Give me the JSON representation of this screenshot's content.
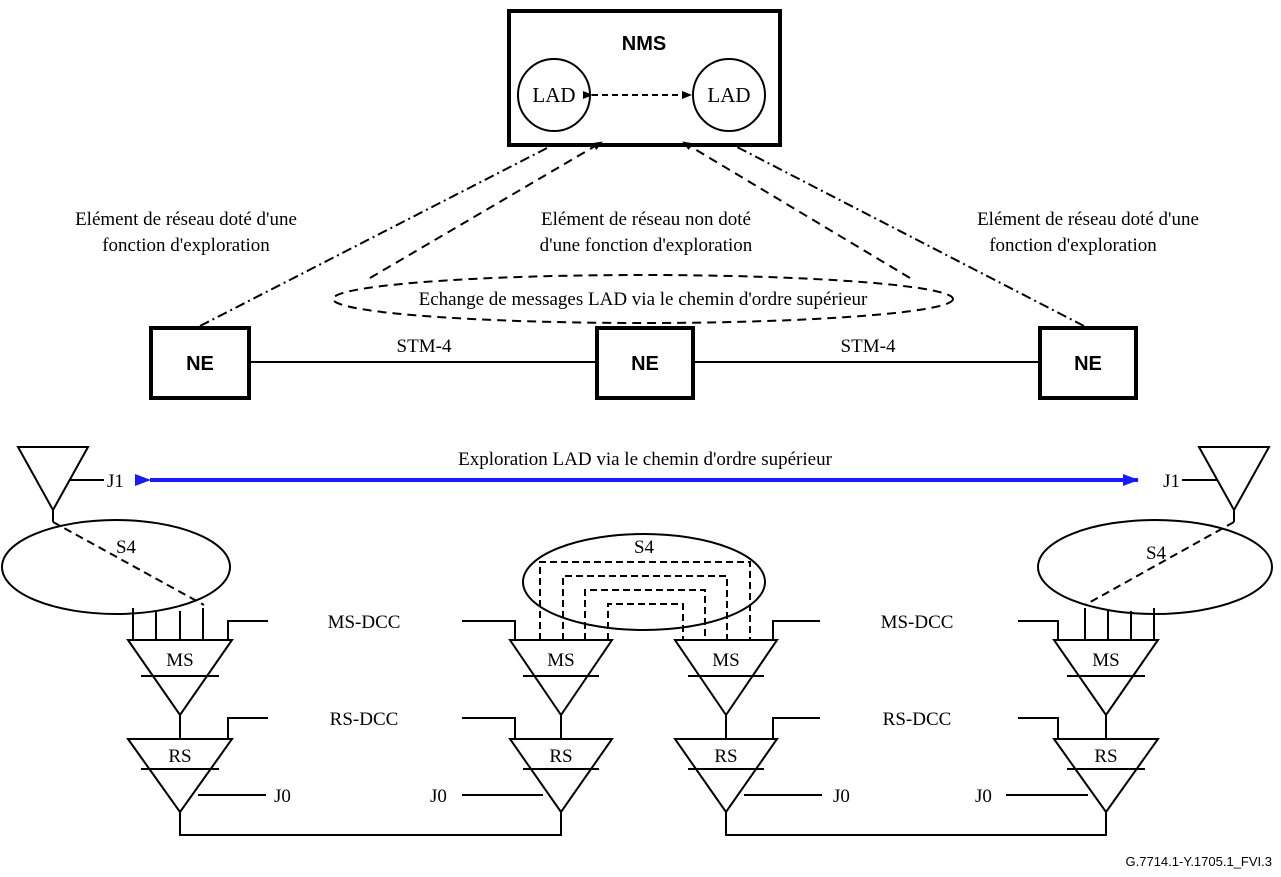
{
  "nms": {
    "title": "NMS",
    "lad_left": "LAD",
    "lad_right": "LAD"
  },
  "labels": {
    "ne_left_line1": "Elément de réseau doté d'une",
    "ne_left_line2": "fonction  d'exploration",
    "ne_mid_line1": "Elément de réseau non doté",
    "ne_mid_line2": "d'une fonction d'exploration",
    "ne_right_line1": "Elément de réseau doté d'une",
    "ne_right_line2": "fonction d'exploration",
    "exchange": "Echange de messages LAD via le chemin d'ordre supérieur",
    "exploration": "Exploration LAD via le chemin d'ordre supérieur"
  },
  "ne": {
    "left": "NE",
    "middle": "NE",
    "right": "NE"
  },
  "links": {
    "left": "STM-4",
    "right": "STM-4"
  },
  "functions": {
    "j1_left": "J1",
    "j1_right": "J1",
    "s4_left": "S4",
    "s4_middle": "S4",
    "s4_right": "S4",
    "ms_dcc_left": "MS-DCC",
    "ms_dcc_right": "MS-DCC",
    "rs_dcc_left": "RS-DCC",
    "rs_dcc_right": "RS-DCC",
    "ms_1": "MS",
    "ms_2": "MS",
    "ms_3": "MS",
    "ms_4": "MS",
    "rs_1": "RS",
    "rs_2": "RS",
    "rs_3": "RS",
    "rs_4": "RS",
    "j0_1": "J0",
    "j0_2": "J0",
    "j0_3": "J0",
    "j0_4": "J0"
  },
  "colors": {
    "exploration_arrow": "#1a1aff",
    "line": "#000000"
  },
  "figure_id": "G.7714.1-Y.1705.1_FVI.3"
}
